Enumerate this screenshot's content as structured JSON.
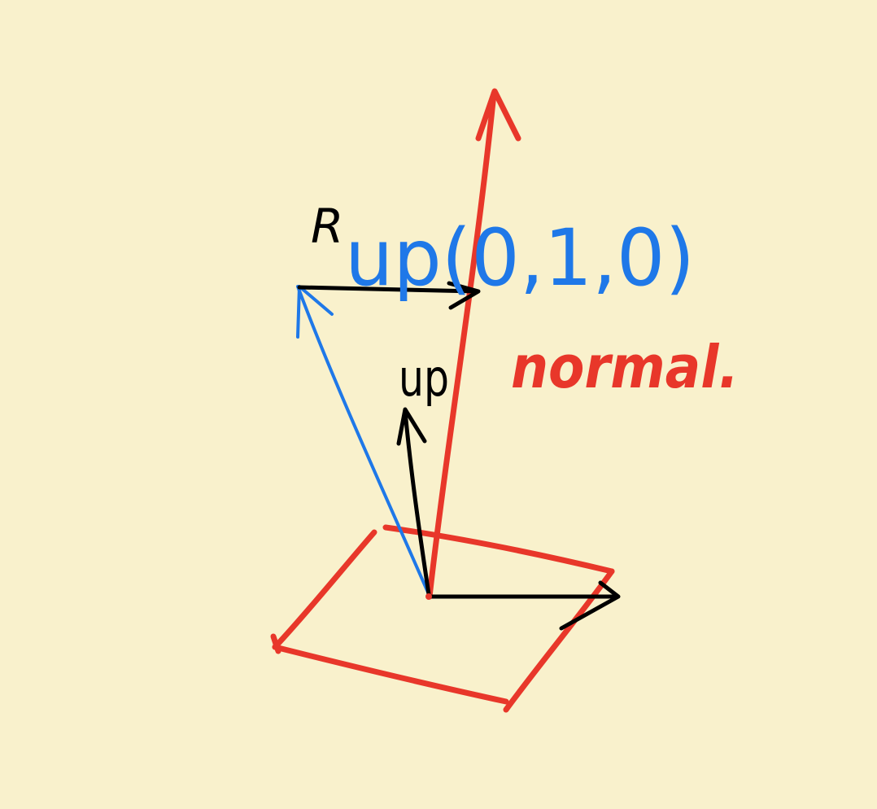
{
  "labels": {
    "r": "R",
    "up_world": "up(0,1,0)",
    "up_local": "up",
    "normal": "normal."
  },
  "colors": {
    "paper": "#f9f1cc",
    "red_ink": "#e8372a",
    "blue_ink": "#1f78e8",
    "black_ink": "#000000"
  }
}
